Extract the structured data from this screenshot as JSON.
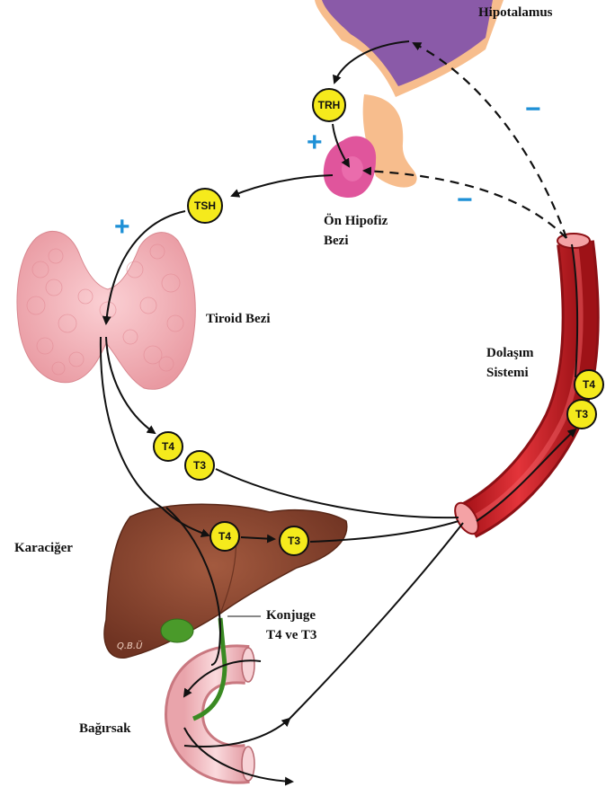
{
  "colors": {
    "badge": "#f5ea1c",
    "sign": "#1e90d6",
    "hypothalamus": "#8a5aa8",
    "pituitary": "#e0559c",
    "stalk": "#f7bd8d",
    "thyroid": "#f3aab0",
    "liver": "#8e4a33",
    "gallbladder": "#4a9a2a",
    "vessel": "#d8232a",
    "intestine": "#f4c4c8"
  },
  "labels": {
    "hypothalamus": "Hipotalamus",
    "anterior_pituitary_line1": "Ön Hipofiz",
    "anterior_pituitary_line2": "Bezi",
    "thyroid": "Tiroid Bezi",
    "circulation_line1": "Dolaşım",
    "circulation_line2": "Sistemi",
    "liver": "Karaciğer",
    "conjugate_line1": "Konjuge",
    "conjugate_line2": "T4 ve  T3",
    "intestine": "Bağırsak"
  },
  "hormones": {
    "trh": "TRH",
    "tsh": "TSH",
    "t4_thyroid": "T4",
    "t3_thyroid": "T3",
    "t4_liver": "T4",
    "t3_liver": "T3",
    "t4_blood": "T4",
    "t3_blood": "T3"
  },
  "signs": {
    "trh_effect": "+",
    "tsh_effect": "+",
    "feedback_hypothalamus": "−",
    "feedback_pituitary": "−"
  },
  "liver_mark": "Q.B.Ü"
}
